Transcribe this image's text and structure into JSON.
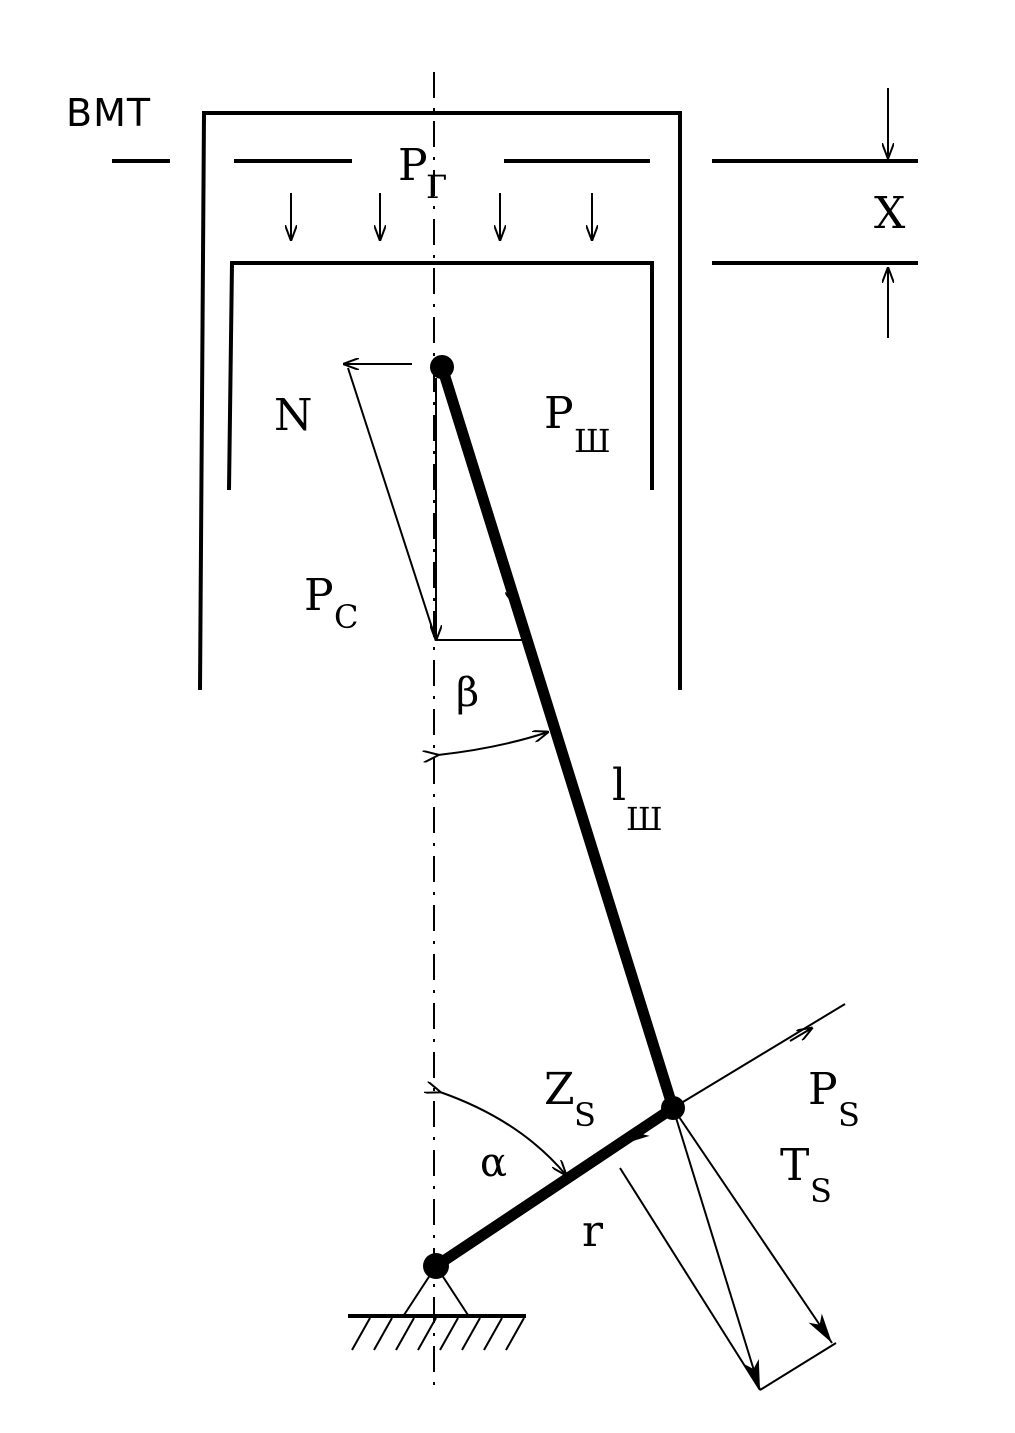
{
  "labels": {
    "top_dead_center": "BMT",
    "gas_force": {
      "main": "P",
      "sub": "Г"
    },
    "displacement": "X",
    "normal_force": "N",
    "rod_force": {
      "main": "P",
      "sub": "Ш"
    },
    "piston_force": {
      "main": "P",
      "sub": "C"
    },
    "rod_angle": "β",
    "rod_length": {
      "main": "l",
      "sub": "Ш"
    },
    "radial_force": {
      "main": "Z",
      "sub": "S"
    },
    "crank_angle": "α",
    "crank_force": {
      "main": "P",
      "sub": "S"
    },
    "tangential_force": {
      "main": "T",
      "sub": "S"
    },
    "crank_radius": "r"
  }
}
